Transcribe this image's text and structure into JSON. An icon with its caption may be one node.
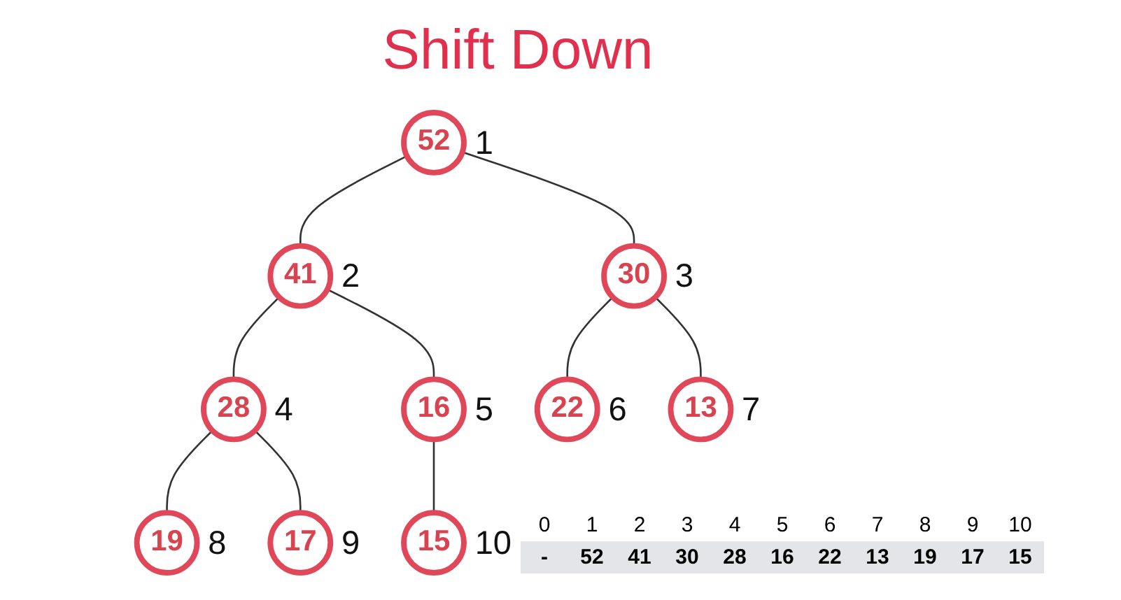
{
  "diagram": {
    "title": "Shift Down",
    "nodes": [
      {
        "text": [
          "52"
        ],
        "beside": [
          "1"
        ]
      },
      {
        "text": [
          "41"
        ],
        "beside": [
          "2"
        ]
      },
      {
        "text": [
          "30"
        ],
        "beside": [
          "3"
        ]
      },
      {
        "text": [
          "28"
        ],
        "beside": [
          "4"
        ]
      },
      {
        "text": [
          "16"
        ],
        "beside": [
          "5"
        ]
      },
      {
        "text": [
          "22"
        ],
        "beside": [
          "6"
        ]
      },
      {
        "text": [
          "13"
        ],
        "beside": [
          "7"
        ]
      },
      {
        "text": [
          "19"
        ],
        "beside": [
          "8"
        ]
      },
      {
        "text": [
          "17"
        ],
        "beside": [
          "9"
        ]
      },
      {
        "text": [
          "15"
        ],
        "beside": [
          "10"
        ]
      }
    ],
    "edges": [
      {
        "from": 0,
        "to": 1,
        "arrow": "none"
      },
      {
        "from": 0,
        "to": 2,
        "arrow": "none"
      },
      {
        "from": 1,
        "to": 3,
        "arrow": "none"
      },
      {
        "from": 1,
        "to": 4,
        "arrow": "none"
      },
      {
        "from": 2,
        "to": 5,
        "arrow": "none"
      },
      {
        "from": 2,
        "to": 6,
        "arrow": "none"
      },
      {
        "from": 3,
        "to": 7,
        "arrow": "none"
      },
      {
        "from": 3,
        "to": 8,
        "arrow": "none"
      },
      {
        "from": 4,
        "to": 9,
        "arrow": "none"
      }
    ],
    "labels": [
      "0",
      "1",
      "2",
      "3",
      "4",
      "5",
      "6",
      "7",
      "8",
      "9",
      "10",
      "-",
      "52",
      "41",
      "30",
      "28",
      "16",
      "22",
      "13",
      "19",
      "17",
      "15"
    ]
  }
}
